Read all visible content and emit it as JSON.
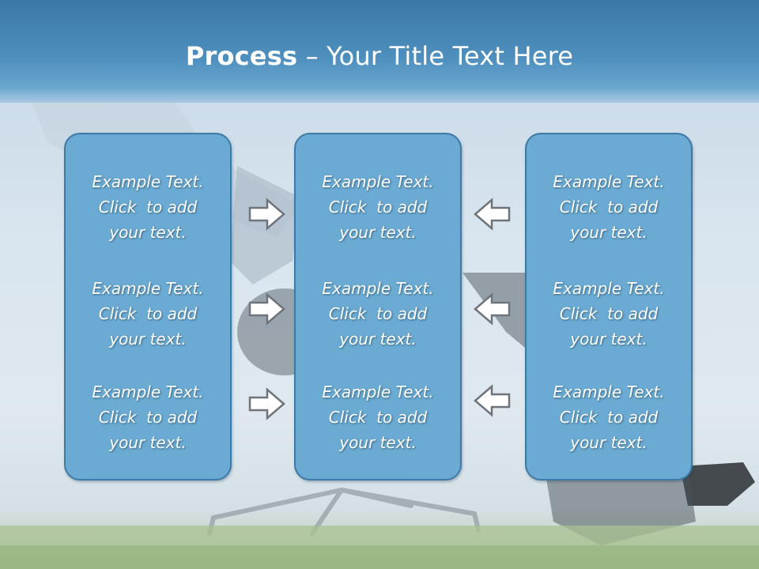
{
  "slide": {
    "title_bold": "Process",
    "title_dash": " – ",
    "title_rest": "Your Title Text Here"
  },
  "panels": {
    "left": [
      {
        "line1": "Example Text.",
        "line2": "Click  to add",
        "line3": "your text."
      },
      {
        "line1": "Example Text.",
        "line2": "Click  to add",
        "line3": "your text."
      },
      {
        "line1": "Example Text.",
        "line2": "Click  to add",
        "line3": "your text."
      }
    ],
    "center": [
      {
        "line1": "Example Text.",
        "line2": "Click  to add",
        "line3": "your text."
      },
      {
        "line1": "Example Text.",
        "line2": "Click  to add",
        "line3": "your text."
      },
      {
        "line1": "Example Text.",
        "line2": "Click  to add",
        "line3": "your text."
      }
    ],
    "right": [
      {
        "line1": "Example Text.",
        "line2": "Click  to add",
        "line3": "your text."
      },
      {
        "line1": "Example Text.",
        "line2": "Click  to add",
        "line3": "your text."
      },
      {
        "line1": "Example Text.",
        "line2": "Click  to add",
        "line3": "your text."
      }
    ]
  },
  "icons": {
    "left_arrows": "arrow-right-icon",
    "right_arrows": "arrow-left-icon"
  },
  "colors": {
    "header": "#4d8ebd",
    "panel_fill": "#6aaad3",
    "panel_border": "#3d7aa8",
    "text": "#ffffff"
  }
}
